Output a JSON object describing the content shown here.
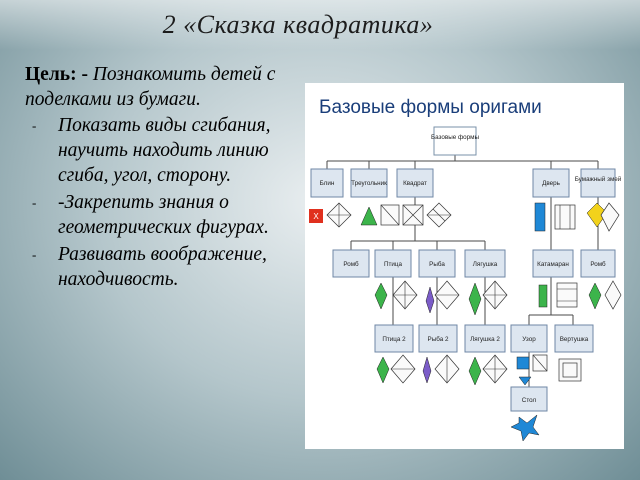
{
  "title": "2 «Сказка квадратика»",
  "goal": {
    "label": "Цель: -",
    "text": " Познакомить детей с поделками из бумаги."
  },
  "bullets": [
    "Показать виды сгибания, научить находить линию сгиба, угол, сторону.",
    " -Закрепить знания о геометрических фигурах.",
    "Развивать воображение, находчивость."
  ],
  "figure": {
    "heading": "Базовые формы оригами",
    "root": "Базовые формы",
    "level1": [
      "Блин",
      "Треугольник",
      "Квадрат",
      "Дверь",
      "Бумажный змей"
    ],
    "level2": [
      "Ромб",
      "Птица",
      "Рыба",
      "Лягушка",
      "Катамаран",
      "Ромб"
    ],
    "level3": [
      "Птица 2",
      "Рыба 2",
      "Лягушка 2",
      "Узор",
      "Вертушка"
    ],
    "level4": [
      "Стол"
    ],
    "markers": {
      "x_mark": "X"
    },
    "colors": {
      "box_fill": "#dde6f0",
      "box_stroke": "#6f87a6",
      "heading": "#1a3e7a",
      "green": "#3cb44b",
      "blue": "#1f88d6",
      "purple": "#7b5cc8",
      "yellow": "#f2d21b",
      "red": "#e0301e"
    }
  }
}
